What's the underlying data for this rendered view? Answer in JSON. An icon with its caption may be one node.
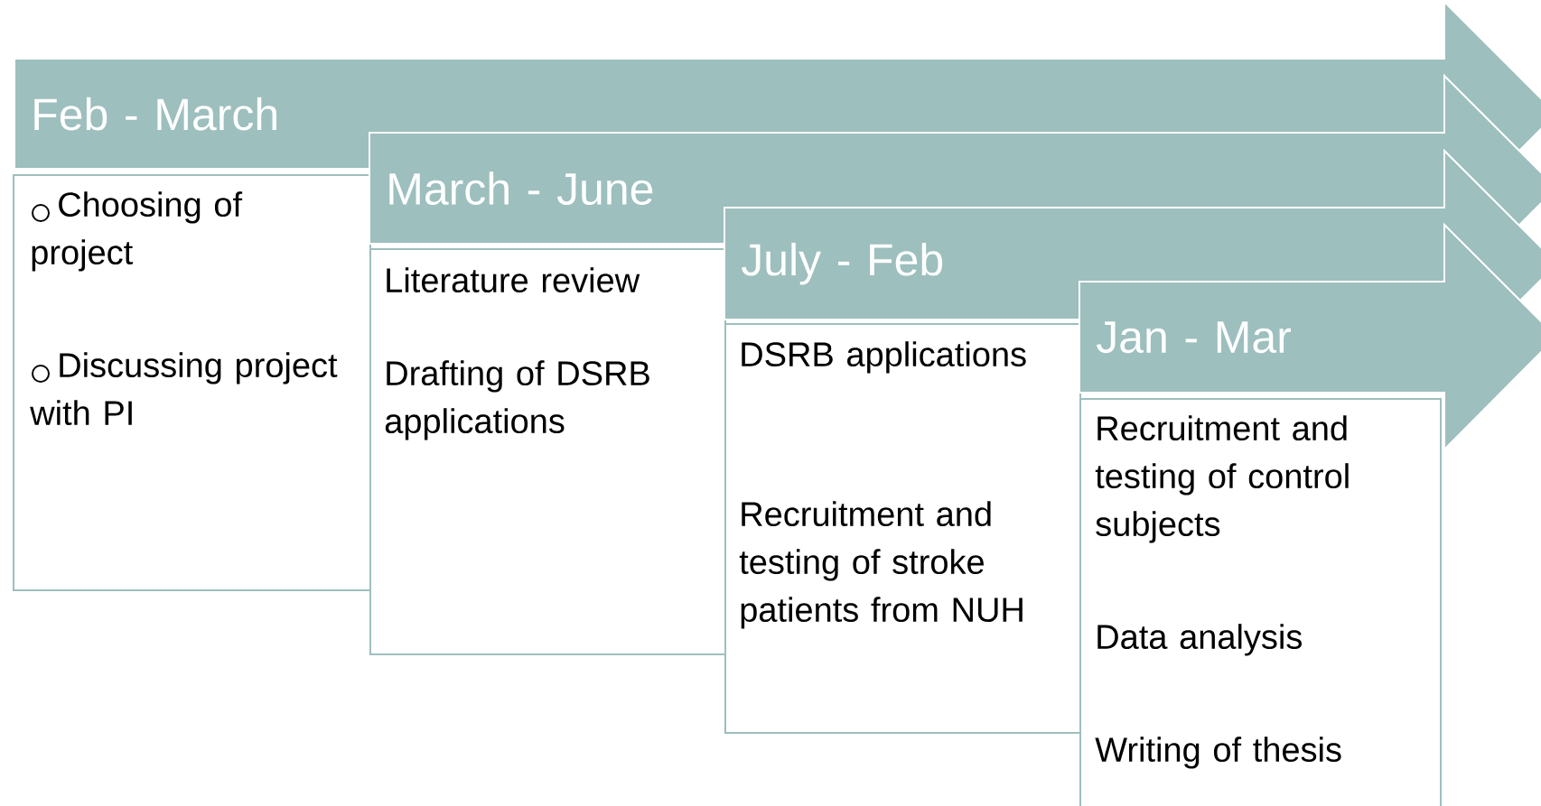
{
  "diagram": {
    "nodes": [
      {
        "text": [
          "Feb - March"
        ]
      },
      {
        "text": [
          "Choosing of project",
          "Discussing project with PI"
        ]
      },
      {
        "text": [
          "March - June"
        ]
      },
      {
        "text": [
          "Literature review",
          "Drafting of DSRB applications"
        ]
      },
      {
        "text": [
          "July - Feb"
        ]
      },
      {
        "text": [
          "DSRB applications",
          "Recruitment and testing of stroke patients from NUH"
        ]
      },
      {
        "text": [
          "Jan - Mar"
        ]
      },
      {
        "text": [
          "Recruitment and testing of control subjects",
          "Data analysis",
          "Writing of thesis"
        ]
      }
    ]
  }
}
